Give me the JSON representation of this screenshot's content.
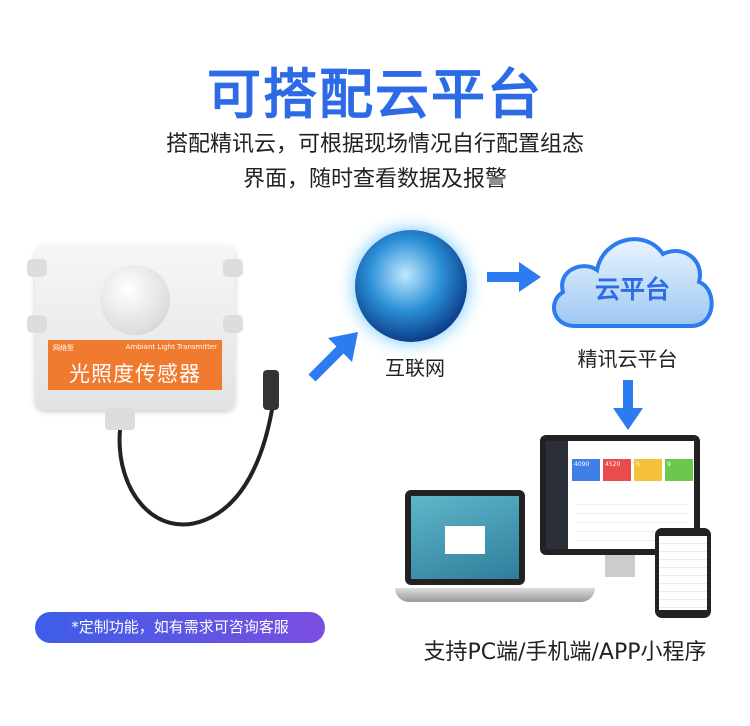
{
  "title": "可搭配云平台",
  "subtitle": [
    "搭配精讯云，可根据现场情况自行配置组态",
    "界面，随时查看数据及报警"
  ],
  "sensor": {
    "type_label": "网络型",
    "english_label": "Ambiant Light Transmitter",
    "name": "光照度传感器"
  },
  "internet_label": "互联网",
  "cloud": {
    "text": "云平台",
    "label": "精讯云平台"
  },
  "dashboard_values": [
    "4090",
    "4520",
    "5",
    "9"
  ],
  "badge": "*定制功能，如有需求可咨询客服",
  "platforms": "支持PC端/手机端/APP小程序",
  "colors": {
    "accent": "#2d6be6",
    "sensor_label": "#f07a2e"
  }
}
